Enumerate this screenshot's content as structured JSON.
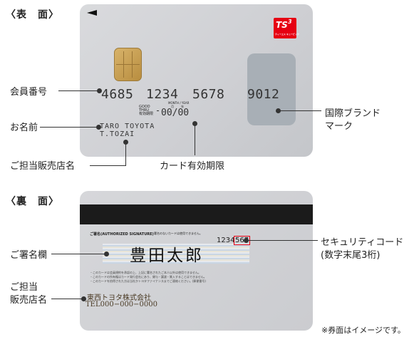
{
  "front": {
    "heading": "〈表　面〉",
    "logo": {
      "main": "TS",
      "sup": "3",
      "sub": "ティーエス キュービック"
    },
    "card_number": [
      "4685",
      "1234",
      "5678",
      "9012"
    ],
    "good_thru": "GOOD\nTHRU\n有効期限",
    "month_year": "MONTH / YEAR",
    "month_jp": "月",
    "year_jp": "年",
    "expiry": "00/00",
    "name_line1": "TARO TOYOTA",
    "name_line2": "T.TOZAI",
    "callouts": {
      "member_number": "会員番号",
      "name": "お名前",
      "shop": "ご担当販売店名",
      "expiry": "カード有効期限",
      "brand_line1": "国際ブランド",
      "brand_line2": "マーク"
    }
  },
  "back": {
    "heading": "〈裏　面〉",
    "signature_title": "ご署名(AUTHORIZED SIGNATURE)",
    "signature_note": "署名のないカードは使用できません。",
    "signature_name": "豊田太郎",
    "sig_number_prefix": "1234",
    "security_code": "567",
    "notes": [
      "・このカードは会員規約を承認の上、上記に署名されたご本人以外は使用できません。",
      "・このカードの所有権はカード発行会社にあり、貸与・譲渡・質入することはできません。",
      "・このカードを拾得された方は当社かトヨタファイナンスまでご連絡ください。(郵便番号)"
    ],
    "shop_name": "東西トヨタ株式会社",
    "shop_tel": "TEL000−000−0000",
    "callouts": {
      "signature": "ご署名欄",
      "shop_line1": "ご担当",
      "shop_line2": "販売店名",
      "security_line1": "セキュリティコード",
      "security_line2": "(数字末尾3桁)"
    }
  },
  "footnote": "※券面はイメージです。",
  "colors": {
    "accent": "#e60012",
    "card": "#cfd0d4",
    "chip": "#c9a45a",
    "stripe": "#1b1b1b"
  }
}
